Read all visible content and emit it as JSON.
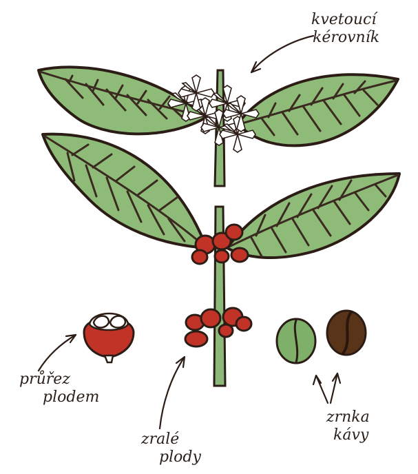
{
  "colors": {
    "outline": "#2b1d16",
    "leaf": "#8fbb78",
    "leaf_vein": "#3a2a20",
    "stem": "#8cb87a",
    "flower": "#ffffff",
    "berry": "#c23327",
    "berry_highlight": "#e35a45",
    "green_bean": "#7fb06a",
    "roasted_bean": "#5a3418",
    "label_text": "#2b211b"
  },
  "labels": {
    "flowering_shrub": {
      "line1": "kvetoucí",
      "line2": "kérovník"
    },
    "fruit_cross_section": {
      "line1": "průřez",
      "line2": "plodem"
    },
    "ripe_fruits": {
      "line1": "zralé",
      "line2": "plody"
    },
    "coffee_bean": {
      "line1": "zrnka",
      "line2": "kávy"
    }
  }
}
